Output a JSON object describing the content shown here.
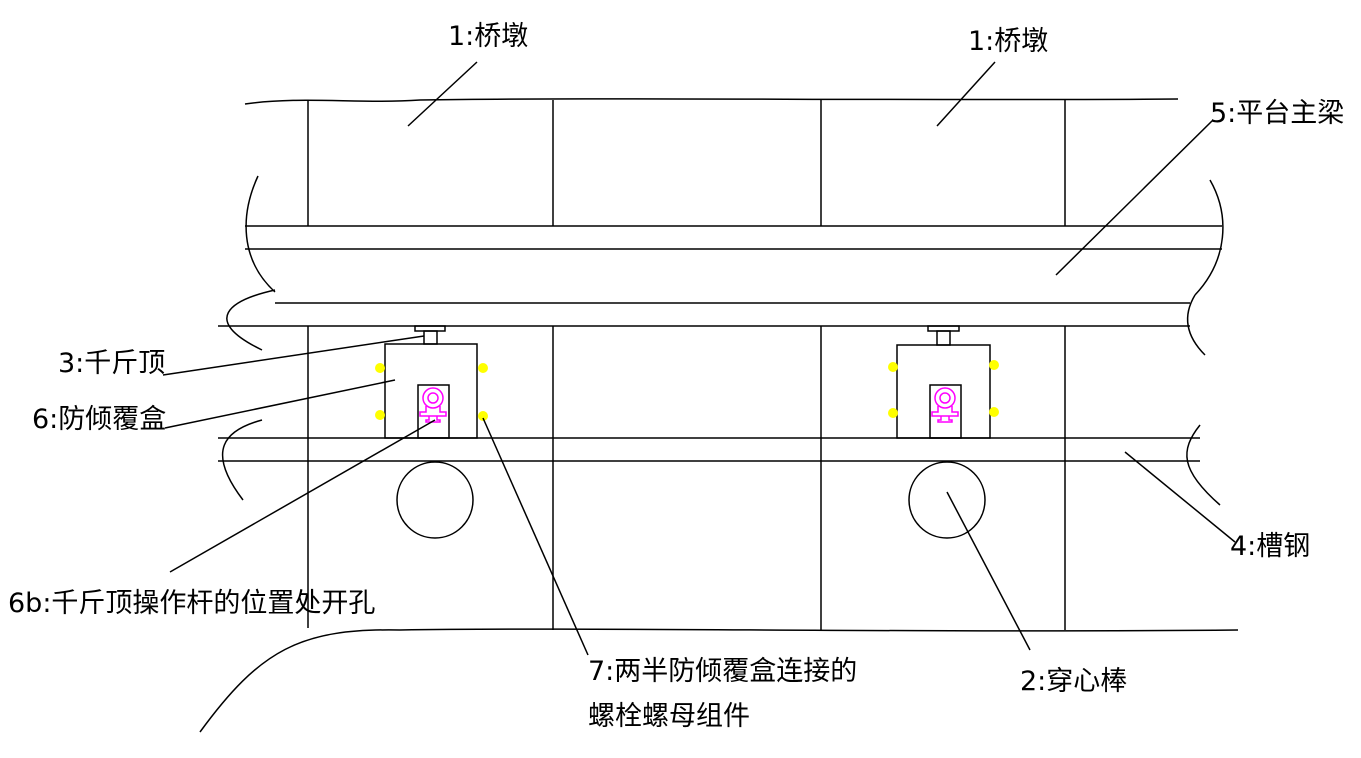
{
  "labels": {
    "pier_left": "1:桥墩",
    "pier_right": "1:桥墩",
    "platform_beam": "5:平台主梁",
    "jack": "3:千斤顶",
    "cover_box": "6:防倾覆盒",
    "opening": "6b:千斤顶操作杆的位置处开孔",
    "bolt_line1": "7:两半防倾覆盒连接的",
    "bolt_line2": "螺栓螺母组件",
    "core_rod": "2:穿心棒",
    "channel_steel": "4:槽钢"
  },
  "colors": {
    "line": "#000000",
    "bolt": "#ffff00",
    "jack_handle": "#ff00ff"
  }
}
